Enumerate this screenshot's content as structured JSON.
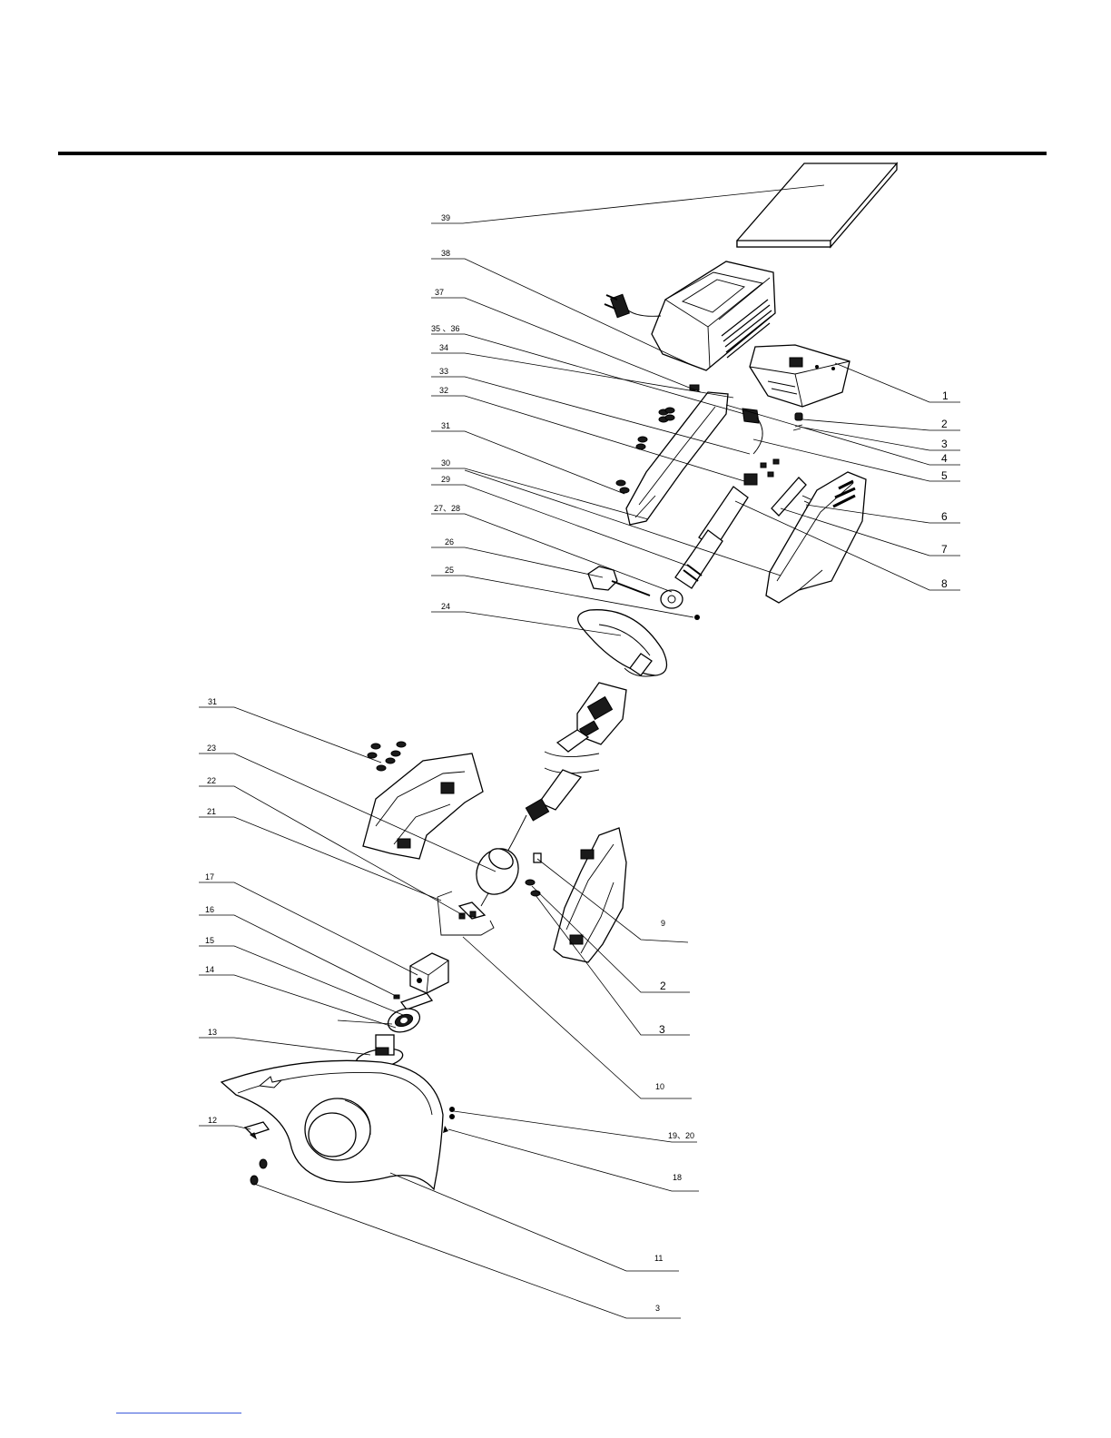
{
  "diagram": {
    "part_labels": {
      "p1": "1",
      "p2": "2",
      "p3": "3",
      "p4": "4",
      "p5": "5",
      "p6": "6",
      "p7": "7",
      "p8": "8",
      "p9": "9",
      "p2b": "2",
      "p3b": "3",
      "p10": "10",
      "p11": "11",
      "p3c": "3",
      "p12": "12",
      "p13": "13",
      "p14": "14",
      "p15": "15",
      "p16": "16",
      "p17": "17",
      "p18": "18",
      "p19_20": "19、20",
      "p21": "21",
      "p22": "22",
      "p23": "23",
      "p31b": "31",
      "p24": "24",
      "p25": "25",
      "p26": "26",
      "p27_28": "27、28",
      "p29": "29",
      "p30": "30",
      "p31": "31",
      "p32": "32",
      "p33": "33",
      "p34": "34",
      "p35_36": "35 、36",
      "p37": "37",
      "p38": "38",
      "p39": "39"
    }
  }
}
